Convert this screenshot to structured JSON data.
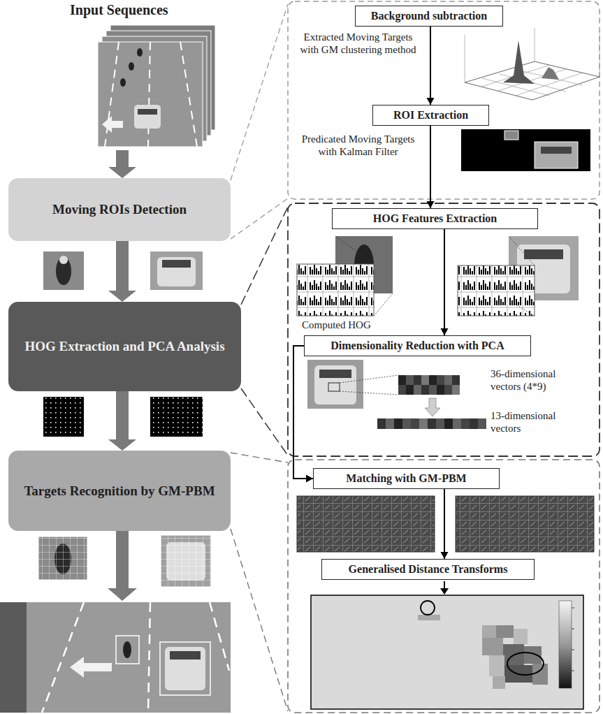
{
  "diagram": {
    "nodes": [
      {
        "text": [
          "Input Sequences"
        ]
      },
      {
        "text": [
          "Moving ROIs Detection"
        ]
      },
      {
        "text": [
          "HOG Extraction and PCA Analysis"
        ]
      },
      {
        "text": [
          "Targets Recognition by GM-PBM"
        ]
      },
      {
        "text": [
          "Background subtraction"
        ]
      },
      {
        "text": [
          "ROI Extraction"
        ]
      },
      {
        "text": [
          "HOG Features Extraction"
        ]
      },
      {
        "text": [
          "Dimensionality Reduction with PCA"
        ]
      },
      {
        "text": [
          "Matching with GM-PBM"
        ]
      },
      {
        "text": [
          "Generalised Distance Transforms"
        ]
      }
    ],
    "edges": [
      {
        "from": 0,
        "to": 1,
        "arrow": "to"
      },
      {
        "from": 1,
        "to": 2,
        "arrow": "to"
      },
      {
        "from": 2,
        "to": 3,
        "arrow": "to"
      },
      {
        "from": 4,
        "to": 5,
        "arrow": "to"
      },
      {
        "from": 5,
        "to": 6,
        "arrow": "to"
      },
      {
        "from": 6,
        "to": 7,
        "arrow": "to"
      },
      {
        "from": 7,
        "to": 8,
        "arrow": "to"
      },
      {
        "from": 8,
        "to": 9,
        "arrow": "to"
      }
    ],
    "labels": [
      "Extracted Moving Targets with GM clustering method",
      "Predicated Moving Targets with Kalman Filter",
      "Computed HOG",
      "36-dimensional vectors (4*9)",
      "13-dimensional vectors"
    ]
  }
}
